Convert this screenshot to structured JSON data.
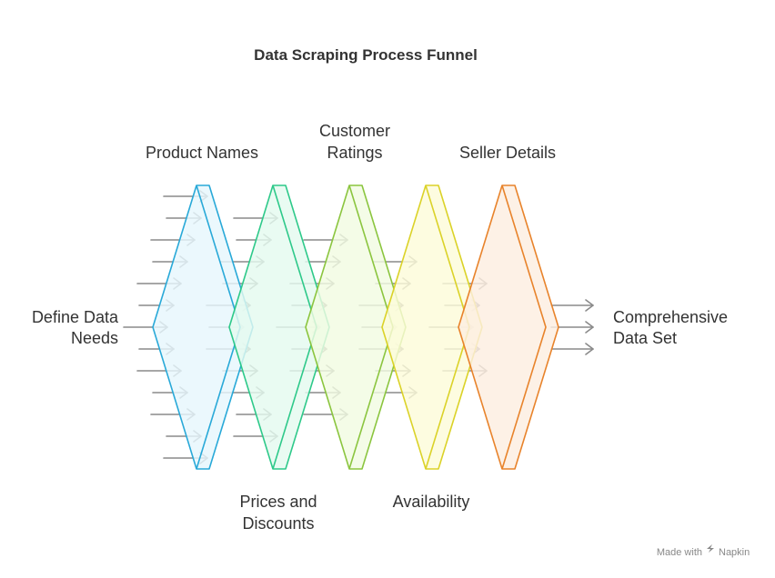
{
  "title": "Data Scraping Process Funnel",
  "input_label": [
    "Define Data",
    "Needs"
  ],
  "output_label": [
    "Comprehensive",
    "Data Set"
  ],
  "stages": [
    {
      "id": "product-names",
      "label": [
        "Product Names"
      ],
      "label_pos": "top",
      "stroke": "#29a9d8",
      "fill": "#e6f6fd",
      "inputs": 13
    },
    {
      "id": "prices-discounts",
      "label": [
        "Prices and",
        "Discounts"
      ],
      "label_pos": "bottom",
      "stroke": "#2ec98a",
      "fill": "#e4faef",
      "inputs": 11
    },
    {
      "id": "customer-ratings",
      "label": [
        "Customer",
        "Ratings"
      ],
      "label_pos": "top",
      "stroke": "#8bc53f",
      "fill": "#f2fbe2",
      "inputs": 9
    },
    {
      "id": "availability",
      "label": [
        "Availability"
      ],
      "label_pos": "bottom",
      "stroke": "#dbd228",
      "fill": "#fdfbd9",
      "inputs": 7
    },
    {
      "id": "seller-details",
      "label": [
        "Seller Details"
      ],
      "label_pos": "top",
      "stroke": "#e8832b",
      "fill": "#fdeee0",
      "inputs": 5
    }
  ],
  "output_arrows": 3,
  "colors": {
    "arrow": "#8a8a8a",
    "text": "#333333"
  },
  "footer": {
    "made_with": "Made with",
    "brand": "Napkin"
  }
}
